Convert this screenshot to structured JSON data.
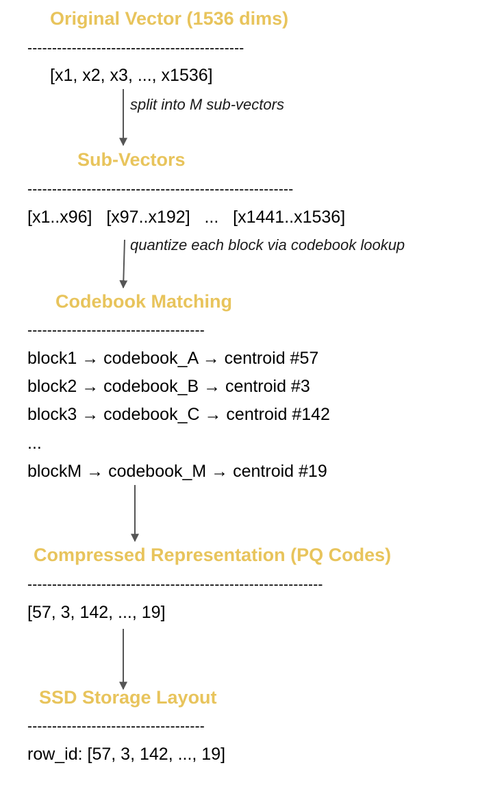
{
  "colors": {
    "heading": "#e8c45c",
    "text": "#000000",
    "arrow": "#555555"
  },
  "sections": {
    "original": {
      "heading": "Original Vector (1536 dims)",
      "rule": "--------------------------------------------",
      "vector": "[x1, x2, x3, ..., x1536]",
      "arrow_note": "split into M sub-vectors"
    },
    "subvectors": {
      "heading": "Sub-Vectors",
      "rule": "------------------------------------------------------",
      "blocks": "[x1..x96]   [x97..x192]   ...   [x1441..x1536]",
      "arrow_note": "quantize each block via codebook lookup"
    },
    "codebook": {
      "heading": "Codebook Matching",
      "rule": "------------------------------------",
      "lines": [
        "block1 → codebook_A → centroid #57",
        "block2 → codebook_B → centroid #3",
        "block3 → codebook_C → centroid #142",
        "...",
        "blockM → codebook_M → centroid #19"
      ]
    },
    "compressed": {
      "heading": "Compressed Representation (PQ Codes)",
      "rule": "------------------------------------------------------------",
      "codes": "[57, 3, 142, ..., 19]"
    },
    "storage": {
      "heading": "SSD Storage Layout",
      "rule": "------------------------------------",
      "row": "row_id: [57, 3, 142, ..., 19]"
    }
  }
}
